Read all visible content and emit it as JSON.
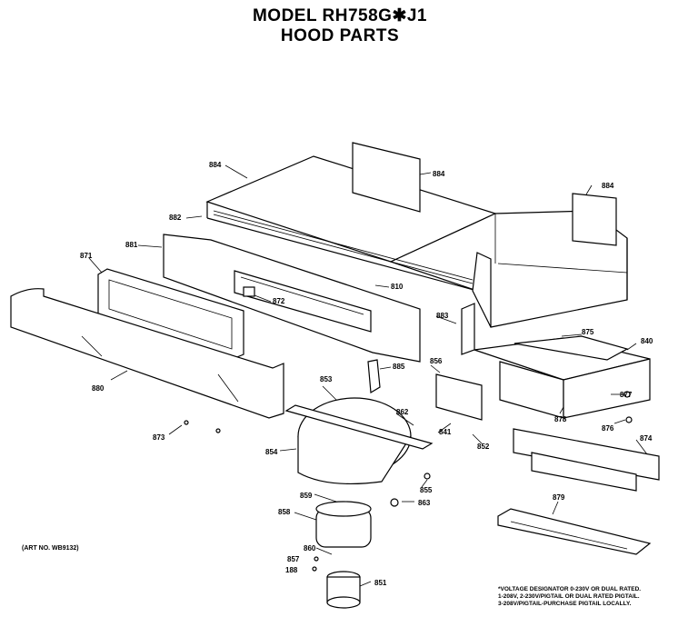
{
  "header": {
    "model": "MODEL RH758G✱J1",
    "subtitle": "HOOD PARTS"
  },
  "art_number": "(ART NO. WB9132)",
  "footnote": {
    "line1": "*VOLTAGE DESIGNATOR 0-230V OR DUAL RATED.",
    "line2": "1-208V, 2-230V/PIGTAIL OR DUAL RATED PIGTAIL.",
    "line3": "3-208V/PIGTAIL-PURCHASE PIGTAIL LOCALLY."
  },
  "part_labels": {
    "p884a": "884",
    "p884b": "884",
    "p884c": "884",
    "p882": "882",
    "p881": "881",
    "p871": "871",
    "p872": "872",
    "p810": "810",
    "p883": "883",
    "p875": "875",
    "p840": "840",
    "p880": "880",
    "p885": "885",
    "p856": "856",
    "p853": "853",
    "p862": "862",
    "p841": "841",
    "p852": "852",
    "p877": "877",
    "p878": "878",
    "p876": "876",
    "p873": "873",
    "p854": "854",
    "p874": "874",
    "p855": "855",
    "p859": "859",
    "p863": "863",
    "p879": "879",
    "p858": "858",
    "p860": "860",
    "p857": "857",
    "p188": "188",
    "p851": "851"
  }
}
